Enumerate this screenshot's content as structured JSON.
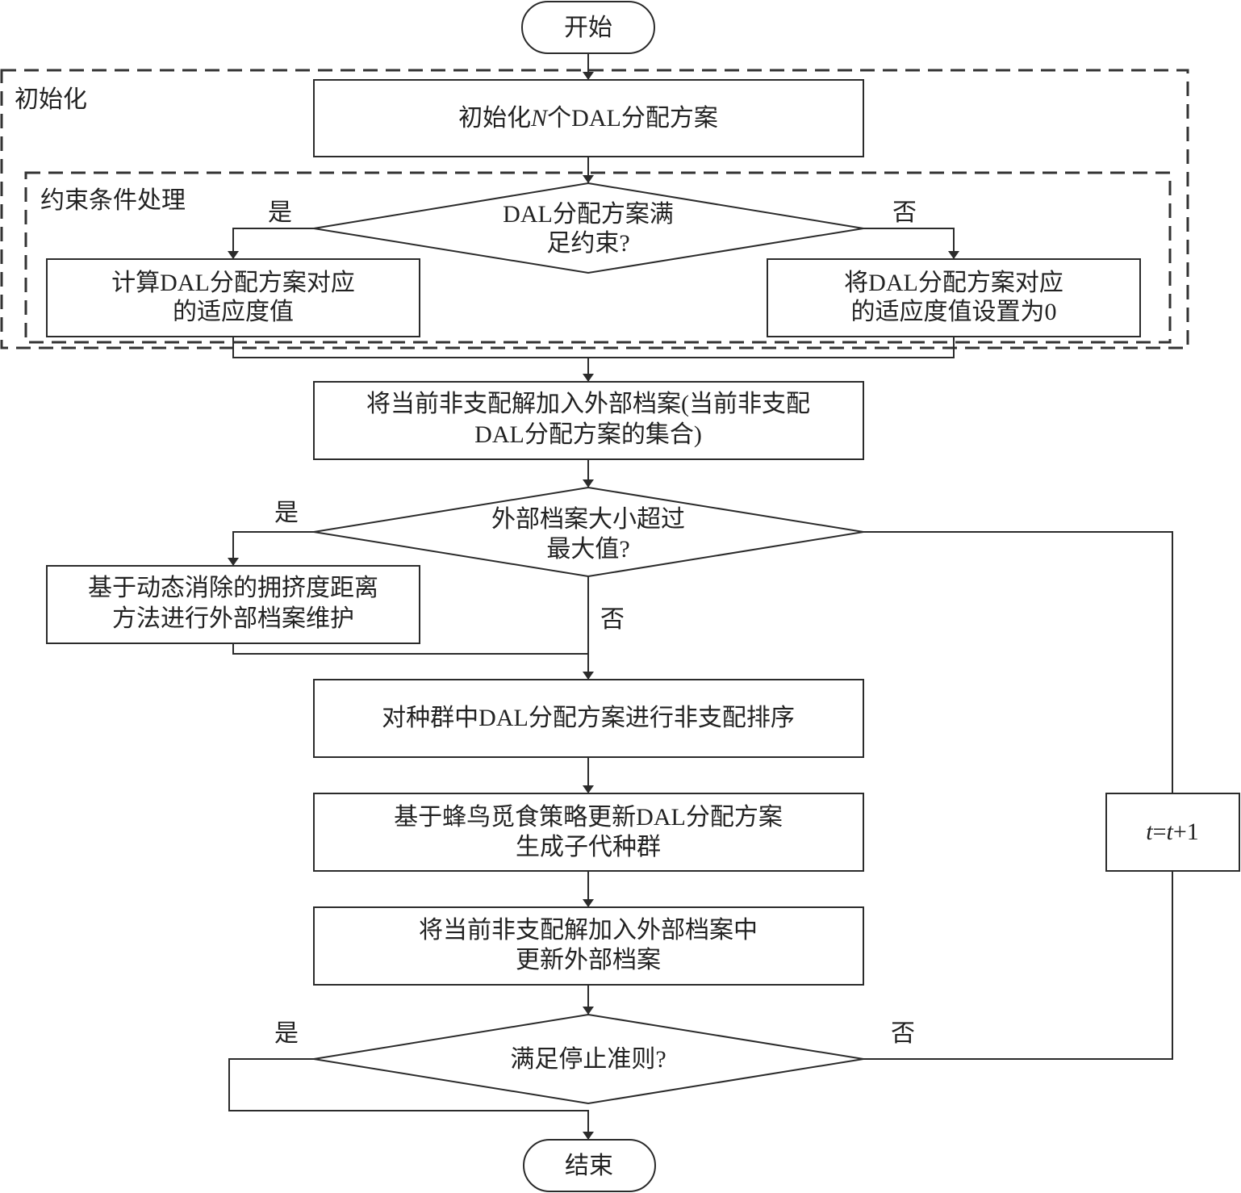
{
  "title": "DAL分配方案优化流程图",
  "start": "开始",
  "end": "结束",
  "groups": {
    "init": "初始化",
    "constraint": "约束条件处理"
  },
  "nodes": {
    "init_n": [
      "初始化",
      "N",
      "个DAL分配方案"
    ],
    "check_constraint": [
      "DAL分配方案满",
      "足约束?"
    ],
    "calc_fitness": [
      "计算DAL分配方案对应",
      "的适应度值"
    ],
    "set_zero": [
      "将DAL分配方案对应",
      "的适应度值设置为0"
    ],
    "add_archive": [
      "将当前非支配解加入外部档案(当前非支配",
      "DAL分配方案的集合)"
    ],
    "check_size": [
      "外部档案大小超过",
      "最大值?"
    ],
    "maintain": [
      "基于动态消除的拥挤度距离",
      "方法进行外部档案维护"
    ],
    "sort": [
      "对种群中DAL分配方案进行非支配排序"
    ],
    "update": [
      "基于蜂鸟觅食策略更新DAL分配方案",
      "生成子代种群"
    ],
    "add_update": [
      "将当前非支配解加入外部档案中",
      "更新外部档案"
    ],
    "check_stop": [
      "满足停止准则?"
    ],
    "increment": [
      "t",
      "=",
      "t",
      "+1"
    ]
  },
  "edge_labels": {
    "yes": "是",
    "no": "否"
  }
}
